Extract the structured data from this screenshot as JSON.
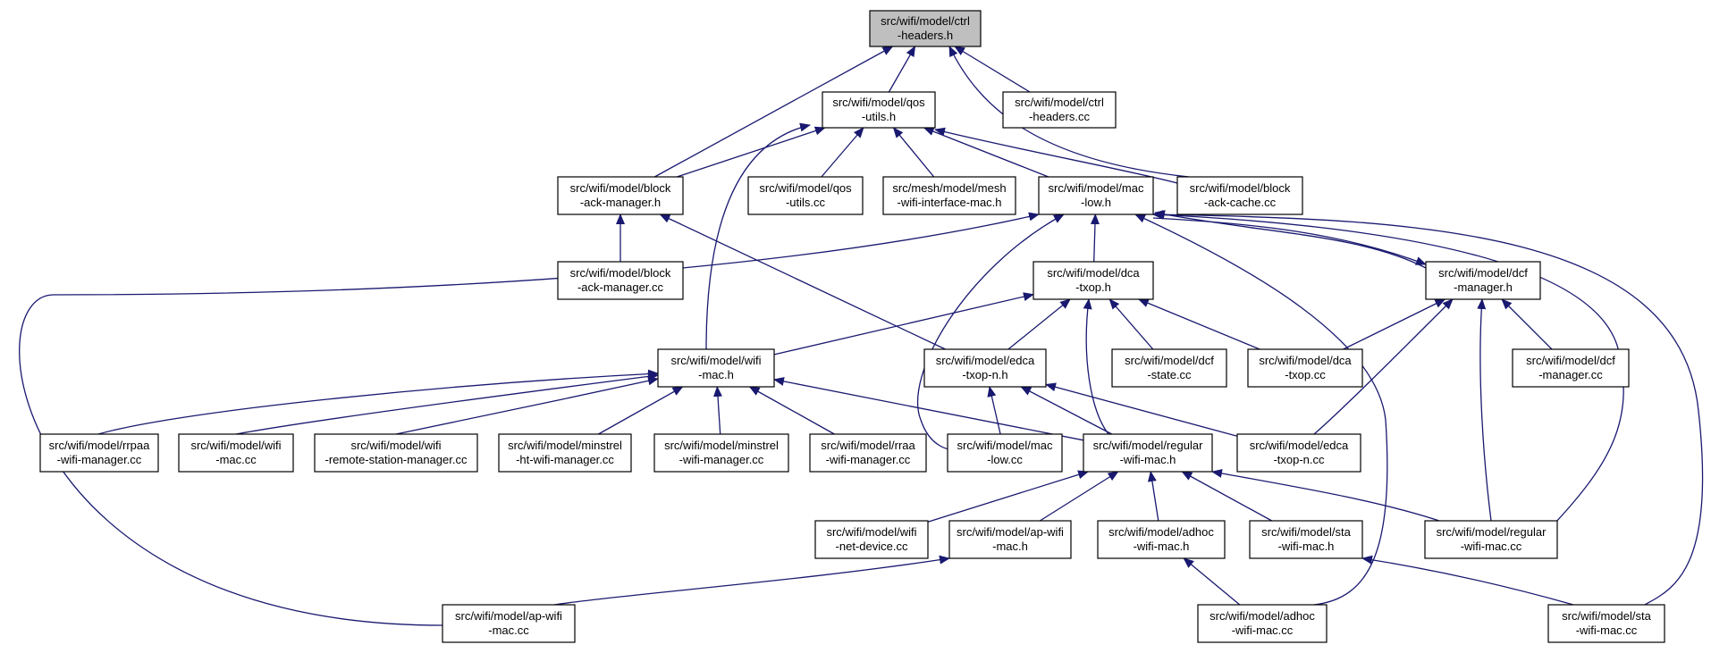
{
  "colors": {
    "edge": "#191970",
    "root_fill": "#bfbfbf",
    "node_fill": "#ffffff",
    "border": "#000000"
  },
  "nodes": [
    {
      "id": "ctrl_h",
      "lines": [
        "src/wifi/model/ctrl",
        "-headers.h"
      ],
      "root": true
    },
    {
      "id": "qos_h",
      "lines": [
        "src/wifi/model/qos",
        "-utils.h"
      ]
    },
    {
      "id": "ctrl_cc",
      "lines": [
        "src/wifi/model/ctrl",
        "-headers.cc"
      ]
    },
    {
      "id": "bam_h",
      "lines": [
        "src/wifi/model/block",
        "-ack-manager.h"
      ]
    },
    {
      "id": "qos_cc",
      "lines": [
        "src/wifi/model/qos",
        "-utils.cc"
      ]
    },
    {
      "id": "mesh_h",
      "lines": [
        "src/mesh/model/mesh",
        "-wifi-interface-mac.h"
      ]
    },
    {
      "id": "maclow_h",
      "lines": [
        "src/wifi/model/mac",
        "-low.h"
      ]
    },
    {
      "id": "bac_cc",
      "lines": [
        "src/wifi/model/block",
        "-ack-cache.cc"
      ]
    },
    {
      "id": "bam_cc",
      "lines": [
        "src/wifi/model/block",
        "-ack-manager.cc"
      ]
    },
    {
      "id": "dca_h",
      "lines": [
        "src/wifi/model/dca",
        "-txop.h"
      ]
    },
    {
      "id": "dcfm_h",
      "lines": [
        "src/wifi/model/dcf",
        "-manager.h"
      ]
    },
    {
      "id": "wifimac_h",
      "lines": [
        "src/wifi/model/wifi",
        "-mac.h"
      ]
    },
    {
      "id": "edca_h",
      "lines": [
        "src/wifi/model/edca",
        "-txop-n.h"
      ]
    },
    {
      "id": "dcfstate_cc",
      "lines": [
        "src/wifi/model/dcf",
        "-state.cc"
      ]
    },
    {
      "id": "dca_cc",
      "lines": [
        "src/wifi/model/dca",
        "-txop.cc"
      ]
    },
    {
      "id": "dcfm_cc",
      "lines": [
        "src/wifi/model/dcf",
        "-manager.cc"
      ]
    },
    {
      "id": "rrpaa_cc",
      "lines": [
        "src/wifi/model/rrpaa",
        "-wifi-manager.cc"
      ]
    },
    {
      "id": "wifimac_cc",
      "lines": [
        "src/wifi/model/wifi",
        "-mac.cc"
      ]
    },
    {
      "id": "rsm_cc",
      "lines": [
        "src/wifi/model/wifi",
        "-remote-station-manager.cc"
      ]
    },
    {
      "id": "minht_cc",
      "lines": [
        "src/wifi/model/minstrel",
        "-ht-wifi-manager.cc"
      ]
    },
    {
      "id": "min_cc",
      "lines": [
        "src/wifi/model/minstrel",
        "-wifi-manager.cc"
      ]
    },
    {
      "id": "rraa_cc",
      "lines": [
        "src/wifi/model/rraa",
        "-wifi-manager.cc"
      ]
    },
    {
      "id": "maclow_cc",
      "lines": [
        "src/wifi/model/mac",
        "-low.cc"
      ]
    },
    {
      "id": "reg_h",
      "lines": [
        "src/wifi/model/regular",
        "-wifi-mac.h"
      ]
    },
    {
      "id": "edca_cc",
      "lines": [
        "src/wifi/model/edca",
        "-txop-n.cc"
      ]
    },
    {
      "id": "netdev_cc",
      "lines": [
        "src/wifi/model/wifi",
        "-net-device.cc"
      ]
    },
    {
      "id": "ap_h",
      "lines": [
        "src/wifi/model/ap-wifi",
        "-mac.h"
      ]
    },
    {
      "id": "adhoc_h",
      "lines": [
        "src/wifi/model/adhoc",
        "-wifi-mac.h"
      ]
    },
    {
      "id": "sta_h",
      "lines": [
        "src/wifi/model/sta",
        "-wifi-mac.h"
      ]
    },
    {
      "id": "reg_cc",
      "lines": [
        "src/wifi/model/regular",
        "-wifi-mac.cc"
      ]
    },
    {
      "id": "ap_cc",
      "lines": [
        "src/wifi/model/ap-wifi",
        "-mac.cc"
      ]
    },
    {
      "id": "adhoc_cc",
      "lines": [
        "src/wifi/model/adhoc",
        "-wifi-mac.cc"
      ]
    },
    {
      "id": "sta_cc",
      "lines": [
        "src/wifi/model/sta",
        "-wifi-mac.cc"
      ]
    }
  ],
  "edges": [
    {
      "from": "ctrl_h",
      "to": "qos_h"
    },
    {
      "from": "ctrl_h",
      "to": "ctrl_cc"
    },
    {
      "from": "ctrl_h",
      "to": "bam_h"
    },
    {
      "from": "ctrl_h",
      "to": "bac_cc"
    },
    {
      "from": "qos_h",
      "to": "bam_h"
    },
    {
      "from": "qos_h",
      "to": "qos_cc"
    },
    {
      "from": "qos_h",
      "to": "mesh_h"
    },
    {
      "from": "qos_h",
      "to": "maclow_h"
    },
    {
      "from": "qos_h",
      "to": "bac_cc"
    },
    {
      "from": "qos_h",
      "to": "wifimac_h"
    },
    {
      "from": "bam_h",
      "to": "bam_cc"
    },
    {
      "from": "bam_h",
      "to": "edca_h"
    },
    {
      "from": "maclow_h",
      "to": "dca_h"
    },
    {
      "from": "maclow_h",
      "to": "dcfm_h"
    },
    {
      "from": "maclow_h",
      "to": "ap_cc"
    },
    {
      "from": "maclow_h",
      "to": "maclow_cc"
    },
    {
      "from": "maclow_h",
      "to": "adhoc_cc"
    },
    {
      "from": "maclow_h",
      "to": "reg_cc"
    },
    {
      "from": "maclow_h",
      "to": "sta_cc"
    },
    {
      "from": "dcfm_h",
      "to": "maclow_h"
    },
    {
      "from": "dca_h",
      "to": "wifimac_h"
    },
    {
      "from": "dca_h",
      "to": "edca_h"
    },
    {
      "from": "dca_h",
      "to": "dcfstate_cc"
    },
    {
      "from": "dca_h",
      "to": "dca_cc"
    },
    {
      "from": "dca_h",
      "to": "reg_h"
    },
    {
      "from": "dcfm_h",
      "to": "dca_cc"
    },
    {
      "from": "dcfm_h",
      "to": "dcfm_cc"
    },
    {
      "from": "dcfm_h",
      "to": "edca_cc"
    },
    {
      "from": "dcfm_h",
      "to": "reg_cc"
    },
    {
      "from": "wifimac_h",
      "to": "rrpaa_cc"
    },
    {
      "from": "wifimac_h",
      "to": "wifimac_cc"
    },
    {
      "from": "wifimac_h",
      "to": "rsm_cc"
    },
    {
      "from": "wifimac_h",
      "to": "minht_cc"
    },
    {
      "from": "wifimac_h",
      "to": "min_cc"
    },
    {
      "from": "wifimac_h",
      "to": "rraa_cc"
    },
    {
      "from": "wifimac_h",
      "to": "reg_h"
    },
    {
      "from": "edca_h",
      "to": "maclow_cc"
    },
    {
      "from": "edca_h",
      "to": "reg_h"
    },
    {
      "from": "edca_h",
      "to": "edca_cc"
    },
    {
      "from": "reg_h",
      "to": "netdev_cc"
    },
    {
      "from": "reg_h",
      "to": "ap_h"
    },
    {
      "from": "reg_h",
      "to": "adhoc_h"
    },
    {
      "from": "reg_h",
      "to": "sta_h"
    },
    {
      "from": "reg_h",
      "to": "reg_cc"
    },
    {
      "from": "ap_h",
      "to": "ap_cc"
    },
    {
      "from": "adhoc_h",
      "to": "adhoc_cc"
    },
    {
      "from": "sta_h",
      "to": "sta_cc"
    }
  ]
}
